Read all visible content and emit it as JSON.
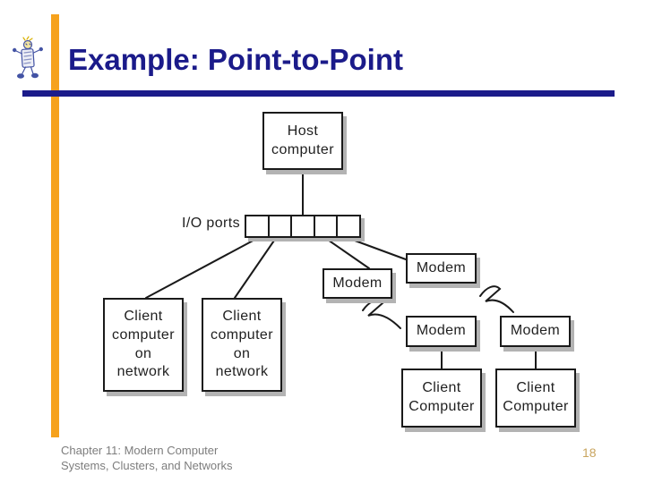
{
  "colors": {
    "navy": "#1b1b8a",
    "accent-orange": "#f6a21d",
    "box-border": "#1a1a1a",
    "box-shadow": "#b3b3b3",
    "diagram-text": "#1f1f1f",
    "footer-gray": "#7d7d7d",
    "page-gold": "#c9a55f"
  },
  "slide": {
    "title": "Example: Point-to-Point",
    "logo_icon": "walking-robot-mascot",
    "footer": {
      "line1": "Chapter 11: Modern Computer",
      "line2": "Systems, Clusters, and Networks"
    },
    "page_number": "18"
  },
  "diagram": {
    "io_ports_label": "I/O ports",
    "io_port_count": 5,
    "nodes": {
      "host": {
        "label": "Host computer"
      },
      "modem_center": {
        "label": "Modem"
      },
      "modem_top_right": {
        "label": "Modem"
      },
      "modem_mid_left": {
        "label": "Modem"
      },
      "modem_mid_right": {
        "label": "Modem"
      },
      "client_network_left": {
        "label": "Client computer on network"
      },
      "client_network_right": {
        "label": "Client computer on network"
      },
      "client_left": {
        "label": "Client Computer"
      },
      "client_right": {
        "label": "Client Computer"
      }
    },
    "edges": [
      {
        "from": "host",
        "to": "io_ports",
        "type": "line"
      },
      {
        "from": "io_ports",
        "to": "client_network_left",
        "type": "line"
      },
      {
        "from": "io_ports",
        "to": "client_network_right",
        "type": "line"
      },
      {
        "from": "io_ports",
        "to": "modem_center",
        "type": "line"
      },
      {
        "from": "io_ports",
        "to": "modem_top_right",
        "type": "line"
      },
      {
        "from": "modem_center",
        "to": "modem_mid_left",
        "type": "phone-line-zigzag"
      },
      {
        "from": "modem_top_right",
        "to": "modem_mid_right",
        "type": "phone-line-zigzag"
      },
      {
        "from": "modem_mid_left",
        "to": "client_left",
        "type": "line"
      },
      {
        "from": "modem_mid_right",
        "to": "client_right",
        "type": "line"
      }
    ]
  }
}
